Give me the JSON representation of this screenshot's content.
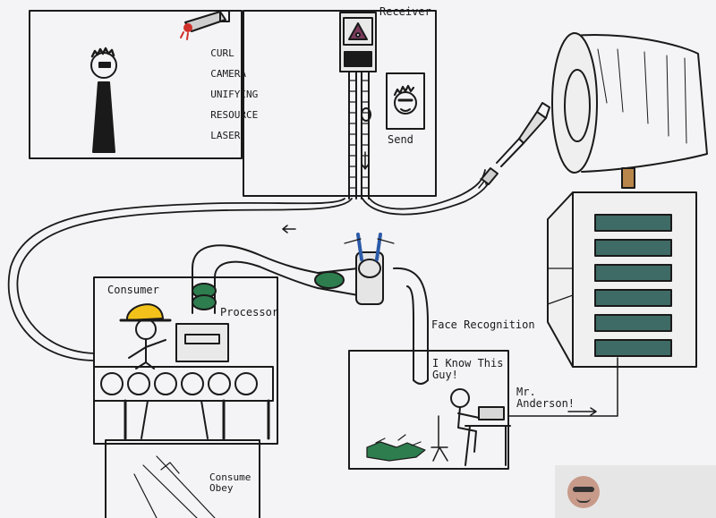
{
  "labels": {
    "curl_lines": [
      "CURL",
      "CAMERA",
      "UNIFYING",
      "RESOURCE",
      "LASER"
    ],
    "receiver": "Receiver",
    "send": "Send",
    "consumer": "Consumer",
    "processor": "Processor",
    "face_recognition": "Face Recognition",
    "know_this_guy": "I Know This\nGuy!",
    "mr_anderson": "Mr.\nAnderson!",
    "consume_obey": "Consume\nObey"
  },
  "colors": {
    "ink": "#1a1a1a",
    "laser_red": "#d0302a",
    "hardhat_yellow": "#f2c21b",
    "pipe_green": "#2e7d4f",
    "server_teal": "#3f6b66",
    "cup_tan": "#b8864a"
  },
  "icons": [
    "mascot-face-icon"
  ]
}
